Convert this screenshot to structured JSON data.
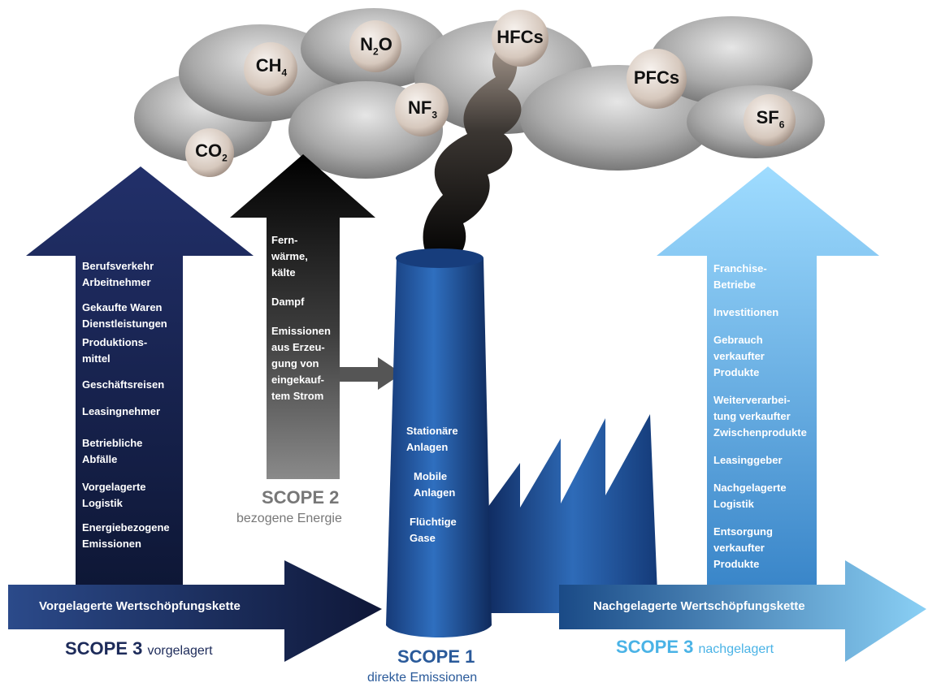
{
  "gases": [
    {
      "id": "co2",
      "base": "CO",
      "sub": "2"
    },
    {
      "id": "ch4",
      "base": "CH",
      "sub": "4"
    },
    {
      "id": "n2o",
      "base": "N",
      "sub": "2",
      "tail": "O"
    },
    {
      "id": "nf3",
      "base": "NF",
      "sub": "3"
    },
    {
      "id": "hfcs",
      "base": "HFCs",
      "sub": ""
    },
    {
      "id": "pfcs",
      "base": "PFCs",
      "sub": ""
    },
    {
      "id": "sf6",
      "base": "SF",
      "sub": "6"
    }
  ],
  "scope3_up": {
    "items": [
      "Berufsverkehr Arbeitnehmer",
      "Gekaufte Waren Dienstleistungen",
      "Produktions-mittel",
      "Geschäftsreisen",
      "Leasingnehmer",
      "Betriebliche Abfälle",
      "Vorgelagerte Logistik",
      "Energiebezogene Emissionen"
    ],
    "items_lines": [
      [
        "Berufsverkehr",
        "Arbeitnehmer"
      ],
      [
        "Gekaufte Waren",
        "Dienstleistungen"
      ],
      [
        "Produktions-",
        "mittel"
      ],
      [
        "Geschäftsreisen"
      ],
      [
        "Leasingnehmer"
      ],
      [
        "Betriebliche",
        "Abfälle"
      ],
      [
        "Vorgelagerte",
        "Logistik"
      ],
      [
        "Energiebezogene",
        "Emissionen"
      ]
    ],
    "chain_label": "Vorgelagerte Wertschöpfungskette",
    "scope_title": "SCOPE 3",
    "scope_sub": "vorgelagert",
    "color": "#1d2b5a"
  },
  "scope2": {
    "items_lines": [
      [
        "Fern-",
        "wärme,",
        "kälte"
      ],
      [
        "Dampf"
      ],
      [
        "Emissionen",
        "aus Erzeu-",
        "gung von",
        "eingekauf-",
        "tem Strom"
      ]
    ],
    "scope_title": "SCOPE 2",
    "scope_sub": "bezogene Energie",
    "color": "#777777"
  },
  "scope1": {
    "items_lines": [
      [
        "Stationäre",
        "Anlagen"
      ],
      [
        "Mobile",
        "Anlagen"
      ],
      [
        "Flüchtige",
        "Gase"
      ]
    ],
    "scope_title": "SCOPE 1",
    "scope_sub": "direkte Emissionen",
    "color": "#2a5a9a"
  },
  "scope3_down": {
    "items_lines": [
      [
        "Franchise-",
        "Betriebe"
      ],
      [
        "Investitionen"
      ],
      [
        "Gebrauch",
        "verkaufter",
        "Produkte"
      ],
      [
        "Weiterverarbei-",
        "tung verkaufter",
        "Zwischenprodukte"
      ],
      [
        "Leasinggeber"
      ],
      [
        "Nachgelagerte",
        "Logistik"
      ],
      [
        "Entsorgung",
        "verkaufter",
        "Produkte"
      ]
    ],
    "chain_label": "Nachgelagerte Wertschöpfungskette",
    "scope_title": "SCOPE 3",
    "scope_sub": "nachgelagert",
    "color": "#4ab3e6"
  }
}
